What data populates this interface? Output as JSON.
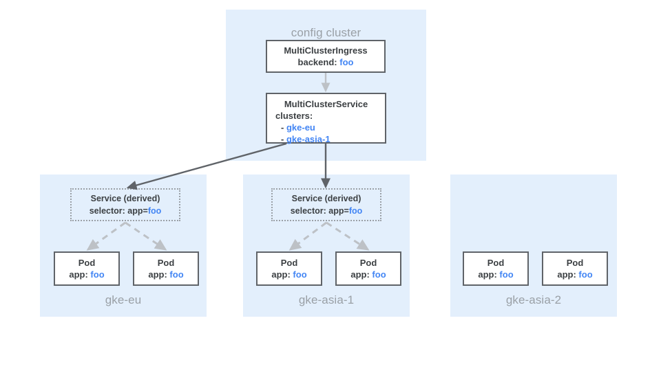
{
  "diagram": {
    "title_text": "",
    "colors": {
      "panel_bg": "#e3effc",
      "box_border": "#5f6368",
      "accent_blue": "#4285f4",
      "label_gray": "#9aa0a6",
      "arrow_dark": "#5f6368",
      "arrow_light": "#bdc1c6"
    }
  },
  "config_cluster": {
    "label": "config cluster",
    "ingress": {
      "title": "MultiClusterIngress",
      "field_label": "backend:",
      "field_value": "foo"
    },
    "service": {
      "title": "MultiClusterService",
      "field_label": "clusters:",
      "items": [
        {
          "dash": "-",
          "value": "gke-eu"
        },
        {
          "dash": "-",
          "value": "gke-asia-1"
        }
      ]
    }
  },
  "clusters": [
    {
      "name": "gke-eu",
      "has_derived_service": true,
      "derived_service": {
        "title": "Service (derived)",
        "field_label": "selector: app=",
        "field_value": "foo"
      },
      "pods": [
        {
          "title": "Pod",
          "field_label": "app:",
          "field_value": "foo"
        },
        {
          "title": "Pod",
          "field_label": "app:",
          "field_value": "foo"
        }
      ]
    },
    {
      "name": "gke-asia-1",
      "has_derived_service": true,
      "derived_service": {
        "title": "Service (derived)",
        "field_label": "selector: app=",
        "field_value": "foo"
      },
      "pods": [
        {
          "title": "Pod",
          "field_label": "app:",
          "field_value": "foo"
        },
        {
          "title": "Pod",
          "field_label": "app:",
          "field_value": "foo"
        }
      ]
    },
    {
      "name": "gke-asia-2",
      "has_derived_service": false,
      "pods": [
        {
          "title": "Pod",
          "field_label": "app:",
          "field_value": "foo"
        },
        {
          "title": "Pod",
          "field_label": "app:",
          "field_value": "foo"
        }
      ]
    }
  ]
}
